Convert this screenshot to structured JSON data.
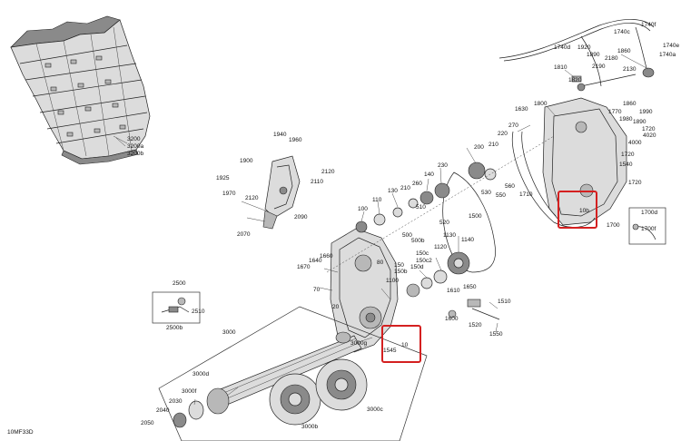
{
  "diagram_code": "10MF33D",
  "highlight_color": "#d42020",
  "callouts": [
    {
      "text": "3200",
      "name": "track-3200"
    },
    {
      "text": "3200a",
      "name": "track-3200a"
    },
    {
      "text": "3200b",
      "name": "track-3200b"
    },
    {
      "text": "1740f",
      "name": "cable-1740f"
    },
    {
      "text": "1740c",
      "name": "cable-1740c"
    },
    {
      "text": "1740d",
      "name": "cable-1740d"
    },
    {
      "text": "1920",
      "name": "part-1920"
    },
    {
      "text": "1890",
      "name": "part-1890"
    },
    {
      "text": "1860",
      "name": "part-1860"
    },
    {
      "text": "1740e",
      "name": "cable-1740e"
    },
    {
      "text": "1740a",
      "name": "cable-1740a"
    },
    {
      "text": "2180",
      "name": "part-2180"
    },
    {
      "text": "1810",
      "name": "part-1810"
    },
    {
      "text": "2190",
      "name": "part-2190"
    },
    {
      "text": "2130",
      "name": "part-2130"
    },
    {
      "text": "1820",
      "name": "part-1820"
    },
    {
      "text": "1800",
      "name": "part-1800"
    },
    {
      "text": "1860",
      "name": "part-1860b"
    },
    {
      "text": "1630",
      "name": "part-1630"
    },
    {
      "text": "1770",
      "name": "part-1770"
    },
    {
      "text": "1990",
      "name": "part-1990"
    },
    {
      "text": "270",
      "name": "part-270"
    },
    {
      "text": "1980",
      "name": "part-1980"
    },
    {
      "text": "1890",
      "name": "part-1890b"
    },
    {
      "text": "1720",
      "name": "part-1720"
    },
    {
      "text": "4020",
      "name": "part-4020"
    },
    {
      "text": "220",
      "name": "part-220"
    },
    {
      "text": "4000",
      "name": "part-4000"
    },
    {
      "text": "210",
      "name": "part-210"
    },
    {
      "text": "1720",
      "name": "part-1720b"
    },
    {
      "text": "1960",
      "name": "part-1960"
    },
    {
      "text": "1940",
      "name": "part-1940"
    },
    {
      "text": "200",
      "name": "part-200"
    },
    {
      "text": "1540",
      "name": "part-1540"
    },
    {
      "text": "1900",
      "name": "part-1900"
    },
    {
      "text": "2120",
      "name": "part-2120"
    },
    {
      "text": "230",
      "name": "part-230"
    },
    {
      "text": "140",
      "name": "part-140"
    },
    {
      "text": "560",
      "name": "part-560"
    },
    {
      "text": "1925",
      "name": "part-1925"
    },
    {
      "text": "2110",
      "name": "part-2110"
    },
    {
      "text": "260",
      "name": "part-260"
    },
    {
      "text": "530",
      "name": "part-530"
    },
    {
      "text": "550",
      "name": "part-550"
    },
    {
      "text": "1710",
      "name": "part-1710"
    },
    {
      "text": "1720",
      "name": "part-1720c"
    },
    {
      "text": "130",
      "name": "part-130"
    },
    {
      "text": "210",
      "name": "part-210b"
    },
    {
      "text": "1970",
      "name": "part-1970"
    },
    {
      "text": "2120",
      "name": "part-2120b"
    },
    {
      "text": "110",
      "name": "part-110"
    },
    {
      "text": "10b",
      "name": "part-10b"
    },
    {
      "text": "1700d",
      "name": "part-1700d"
    },
    {
      "text": "510",
      "name": "part-510"
    },
    {
      "text": "520",
      "name": "part-520"
    },
    {
      "text": "1500",
      "name": "part-1500"
    },
    {
      "text": "1700",
      "name": "part-1700"
    },
    {
      "text": "100",
      "name": "part-100"
    },
    {
      "text": "2090",
      "name": "part-2090"
    },
    {
      "text": "1700f",
      "name": "part-1700f"
    },
    {
      "text": "500",
      "name": "part-500"
    },
    {
      "text": "500b",
      "name": "part-500b"
    },
    {
      "text": "2070",
      "name": "part-2070"
    },
    {
      "text": "1130",
      "name": "part-1130"
    },
    {
      "text": "1140",
      "name": "part-1140"
    },
    {
      "text": "1120",
      "name": "part-1120"
    },
    {
      "text": "1660",
      "name": "part-1660"
    },
    {
      "text": "1640",
      "name": "part-1640"
    },
    {
      "text": "150c",
      "name": "part-150c"
    },
    {
      "text": "150c2",
      "name": "part-150c2"
    },
    {
      "text": "1670",
      "name": "part-1670"
    },
    {
      "text": "80",
      "name": "part-80"
    },
    {
      "text": "150",
      "name": "part-150"
    },
    {
      "text": "150b",
      "name": "part-150b"
    },
    {
      "text": "150d",
      "name": "part-150d"
    },
    {
      "text": "2500",
      "name": "part-2500"
    },
    {
      "text": "1100",
      "name": "part-1100"
    },
    {
      "text": "70",
      "name": "part-70"
    },
    {
      "text": "1610",
      "name": "part-1610"
    },
    {
      "text": "1650",
      "name": "part-1650"
    },
    {
      "text": "1510",
      "name": "part-1510"
    },
    {
      "text": "2510",
      "name": "part-2510"
    },
    {
      "text": "20",
      "name": "part-20"
    },
    {
      "text": "1600",
      "name": "part-1600"
    },
    {
      "text": "1520",
      "name": "part-1520"
    },
    {
      "text": "2500b",
      "name": "part-2500b"
    },
    {
      "text": "1550",
      "name": "part-1550"
    },
    {
      "text": "3000",
      "name": "part-3000"
    },
    {
      "text": "3000g",
      "name": "part-3000g"
    },
    {
      "text": "1545",
      "name": "part-1545"
    },
    {
      "text": "10",
      "name": "part-10"
    },
    {
      "text": "3000d",
      "name": "part-3000d"
    },
    {
      "text": "3000f",
      "name": "part-3000f"
    },
    {
      "text": "2030",
      "name": "part-2030"
    },
    {
      "text": "2040",
      "name": "part-2040"
    },
    {
      "text": "3000c",
      "name": "part-3000c"
    },
    {
      "text": "2050",
      "name": "part-2050"
    },
    {
      "text": "3000b",
      "name": "part-3000b"
    }
  ]
}
